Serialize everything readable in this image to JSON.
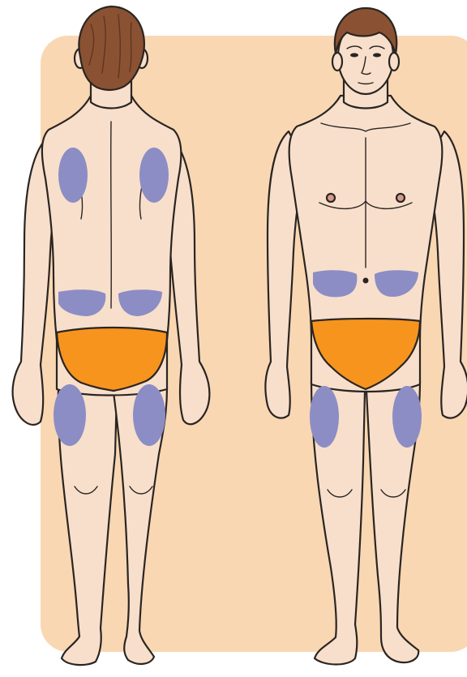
{
  "colors": {
    "panel": "#F9D7B3",
    "skin": "#F8DFCB",
    "outline": "#2A2522",
    "hair": "#8A5232",
    "hair_shadow": "#5E3520",
    "injection_site": "#8C8DC4",
    "underwear": "#F7941E",
    "nipple": "#D9998A"
  },
  "figures": [
    {
      "view": "back",
      "injection_sites": [
        "upper-arm-back-left",
        "upper-arm-back-right",
        "lower-back-left",
        "lower-back-right",
        "thigh-back-left",
        "thigh-back-right"
      ]
    },
    {
      "view": "front",
      "injection_sites": [
        "abdomen-left",
        "abdomen-right",
        "thigh-front-left",
        "thigh-front-right"
      ]
    }
  ]
}
